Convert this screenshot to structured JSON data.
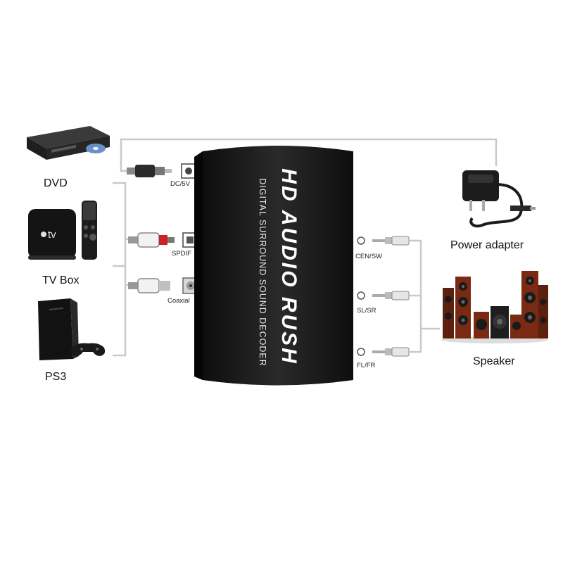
{
  "sources": [
    {
      "label": "DVD",
      "icon": "dvd-player-icon"
    },
    {
      "label": "TV Box",
      "icon": "apple-tv-icon",
      "brand": "tv"
    },
    {
      "label": "PS3",
      "icon": "playstation-icon"
    }
  ],
  "decoder": {
    "title": "HD AUDIO RUSH",
    "subtitle": "DIGITAL SURROUND SOUND DECODER",
    "inputs": [
      "DC/5V",
      "SPDIF",
      "Coaxial"
    ],
    "outputs": [
      "CEN/SW",
      "SL/SR",
      "FL/FR"
    ]
  },
  "power": {
    "label": "Power adapter",
    "icon": "power-adapter-icon"
  },
  "speaker": {
    "label": "Speaker",
    "icon": "speaker-system-icon"
  },
  "colors": {
    "box": "#151515",
    "wire": "#c8c8c8",
    "wood": "#7a2a12"
  }
}
